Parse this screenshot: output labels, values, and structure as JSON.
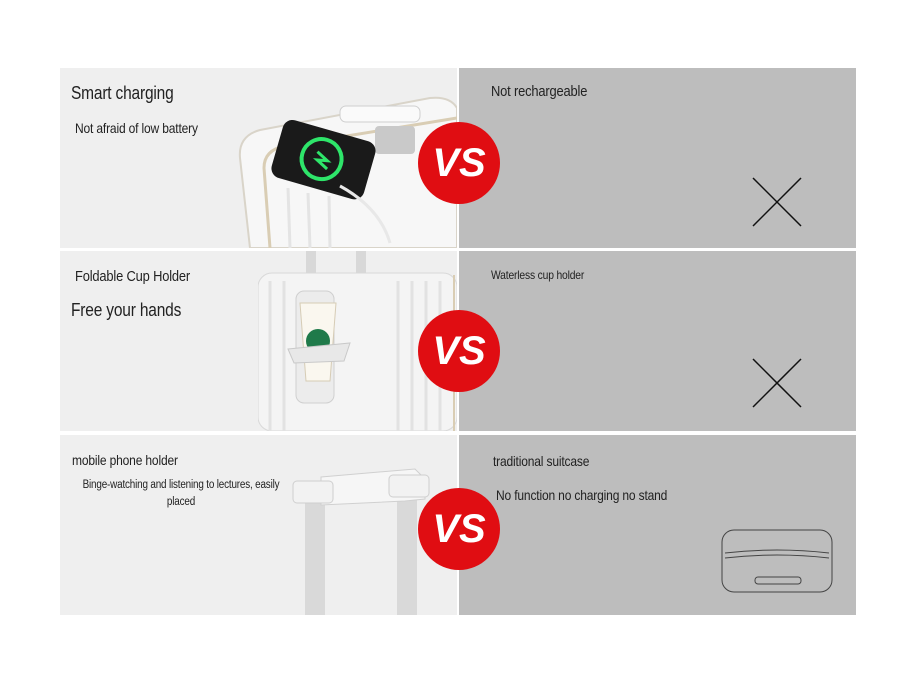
{
  "rows": [
    {
      "left_title": "Smart charging",
      "left_subtitle": "Not afraid of low battery",
      "right_title": "Not rechargeable",
      "badge_text": "VS",
      "right_icon": "cross-icon"
    },
    {
      "left_title": "Foldable Cup Holder",
      "left_subtitle": "Free your hands",
      "right_title": "Waterless cup holder",
      "badge_text": "VS",
      "right_icon": "cross-icon"
    },
    {
      "left_title": "mobile phone holder",
      "left_subtitle": "Binge-watching and listening to lectures, easily placed",
      "right_title": "traditional suitcase",
      "right_subtitle": "No function no charging no stand",
      "badge_text": "VS",
      "right_icon": "suitcase-icon"
    }
  ],
  "colors": {
    "left_panel": "#efefef",
    "right_panel": "#bdbdbd",
    "vs_badge": "#e00d12",
    "text": "#222222"
  }
}
